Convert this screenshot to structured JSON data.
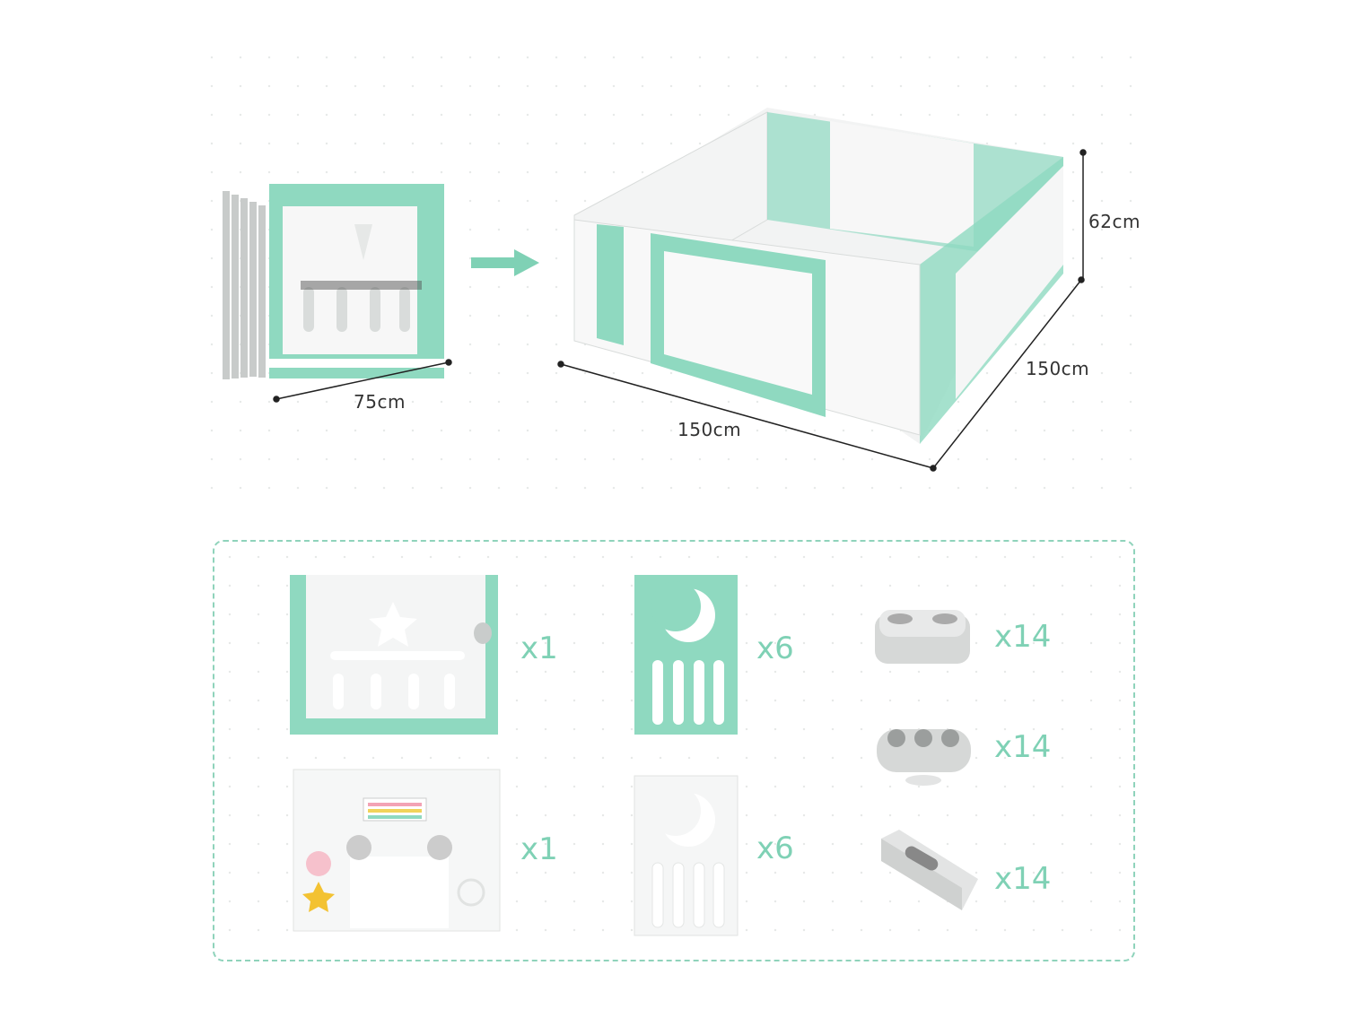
{
  "dimensions": {
    "folded_width": "75cm",
    "front_length": "150cm",
    "side_length": "150cm",
    "height": "62cm"
  },
  "parts": [
    {
      "qty": "x1"
    },
    {
      "qty": "x6"
    },
    {
      "qty": "x14"
    },
    {
      "qty": "x14"
    },
    {
      "qty": "x1"
    },
    {
      "qty": "x6"
    },
    {
      "qty": "x14"
    }
  ],
  "colors": {
    "mint": "#8fd9c0",
    "label": "#7fd1b5",
    "grey": "#c9cccb"
  }
}
